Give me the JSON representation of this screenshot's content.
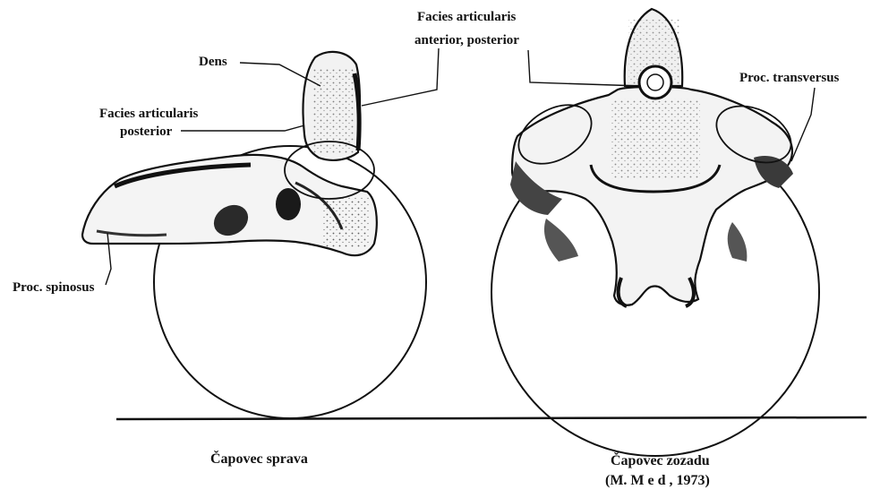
{
  "labels": {
    "dens": "Dens",
    "facies_ant_post_line1": "Facies articularis",
    "facies_ant_post_line2": "anterior, posterior",
    "facies_post_line1": "Facies articularis",
    "facies_post_line2": "posterior",
    "proc_transversus": "Proc. transversus",
    "proc_spinosus": "Proc. spinosus"
  },
  "captions": {
    "left": "Čapovec sprava",
    "right_line1": "Čapovec zozadu",
    "right_line2": "(M.  M e d , 1973)"
  },
  "colors": {
    "ink": "#111111",
    "shade": "#555555",
    "paper": "#ffffff"
  }
}
